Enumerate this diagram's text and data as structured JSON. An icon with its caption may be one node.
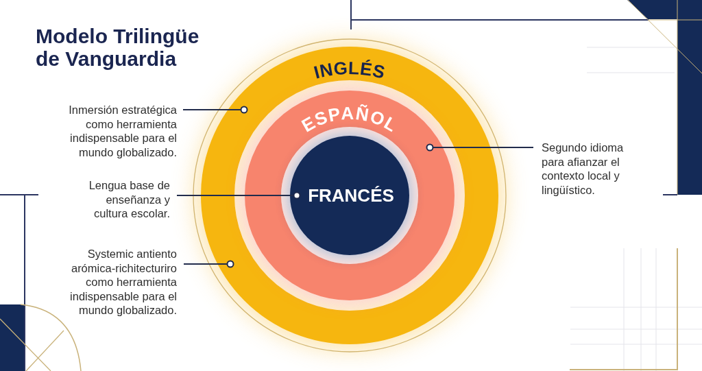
{
  "diagram": {
    "title": "Modelo Trilingüe de Vanguardia",
    "nodes": [
      {
        "text": [
          "INGLÉS"
        ]
      },
      {
        "text": [
          "ESPAÑOL"
        ],
        "in": 0
      },
      {
        "text": [
          "FRANCÉS"
        ],
        "in": 1
      },
      {
        "text": [
          "Inmersión estratégica como herramienta indispensable para el mundo globalizado."
        ]
      },
      {
        "text": [
          "Lengua base de enseñanza y cultura escolar."
        ]
      },
      {
        "text": [
          "Systemic antiento arómica-richitecturiro como herramienta indispensable para el mundo globalizado."
        ]
      },
      {
        "text": [
          "Segundo idioma para afianzar el contexto local y lingüístico."
        ]
      }
    ],
    "edges": [
      {
        "from": 3,
        "to": 0,
        "arrow": "other"
      },
      {
        "from": 4,
        "to": 2,
        "arrow": "other"
      },
      {
        "from": 5,
        "to": 0,
        "arrow": "other"
      },
      {
        "from": 6,
        "to": 1,
        "arrow": "other"
      }
    ]
  }
}
